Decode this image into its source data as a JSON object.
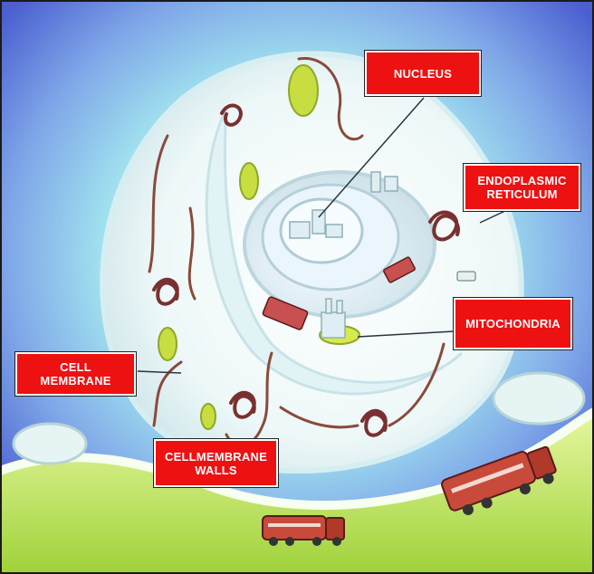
{
  "labels": {
    "nucleus": "NUCLEUS",
    "endoplasmic_reticulum": "ENDOPLASMIC\nRETICULUM",
    "mitochondria": "MITOCHONDRIA",
    "cell_membrane": "CELL\nMEMBRANE",
    "cellmembrane_walls": "CELLMEMBRANE\nWALLS"
  },
  "colors": {
    "label_background": "#ee1111",
    "label_text": "#ffffff",
    "label_border": "#ffffff",
    "leader_line": "#2a3340",
    "background_blue": "#4a5fd0",
    "background_cyan": "#a8eef0",
    "floor_green": "#c6e84a",
    "membrane_white": "#eef8f8"
  }
}
